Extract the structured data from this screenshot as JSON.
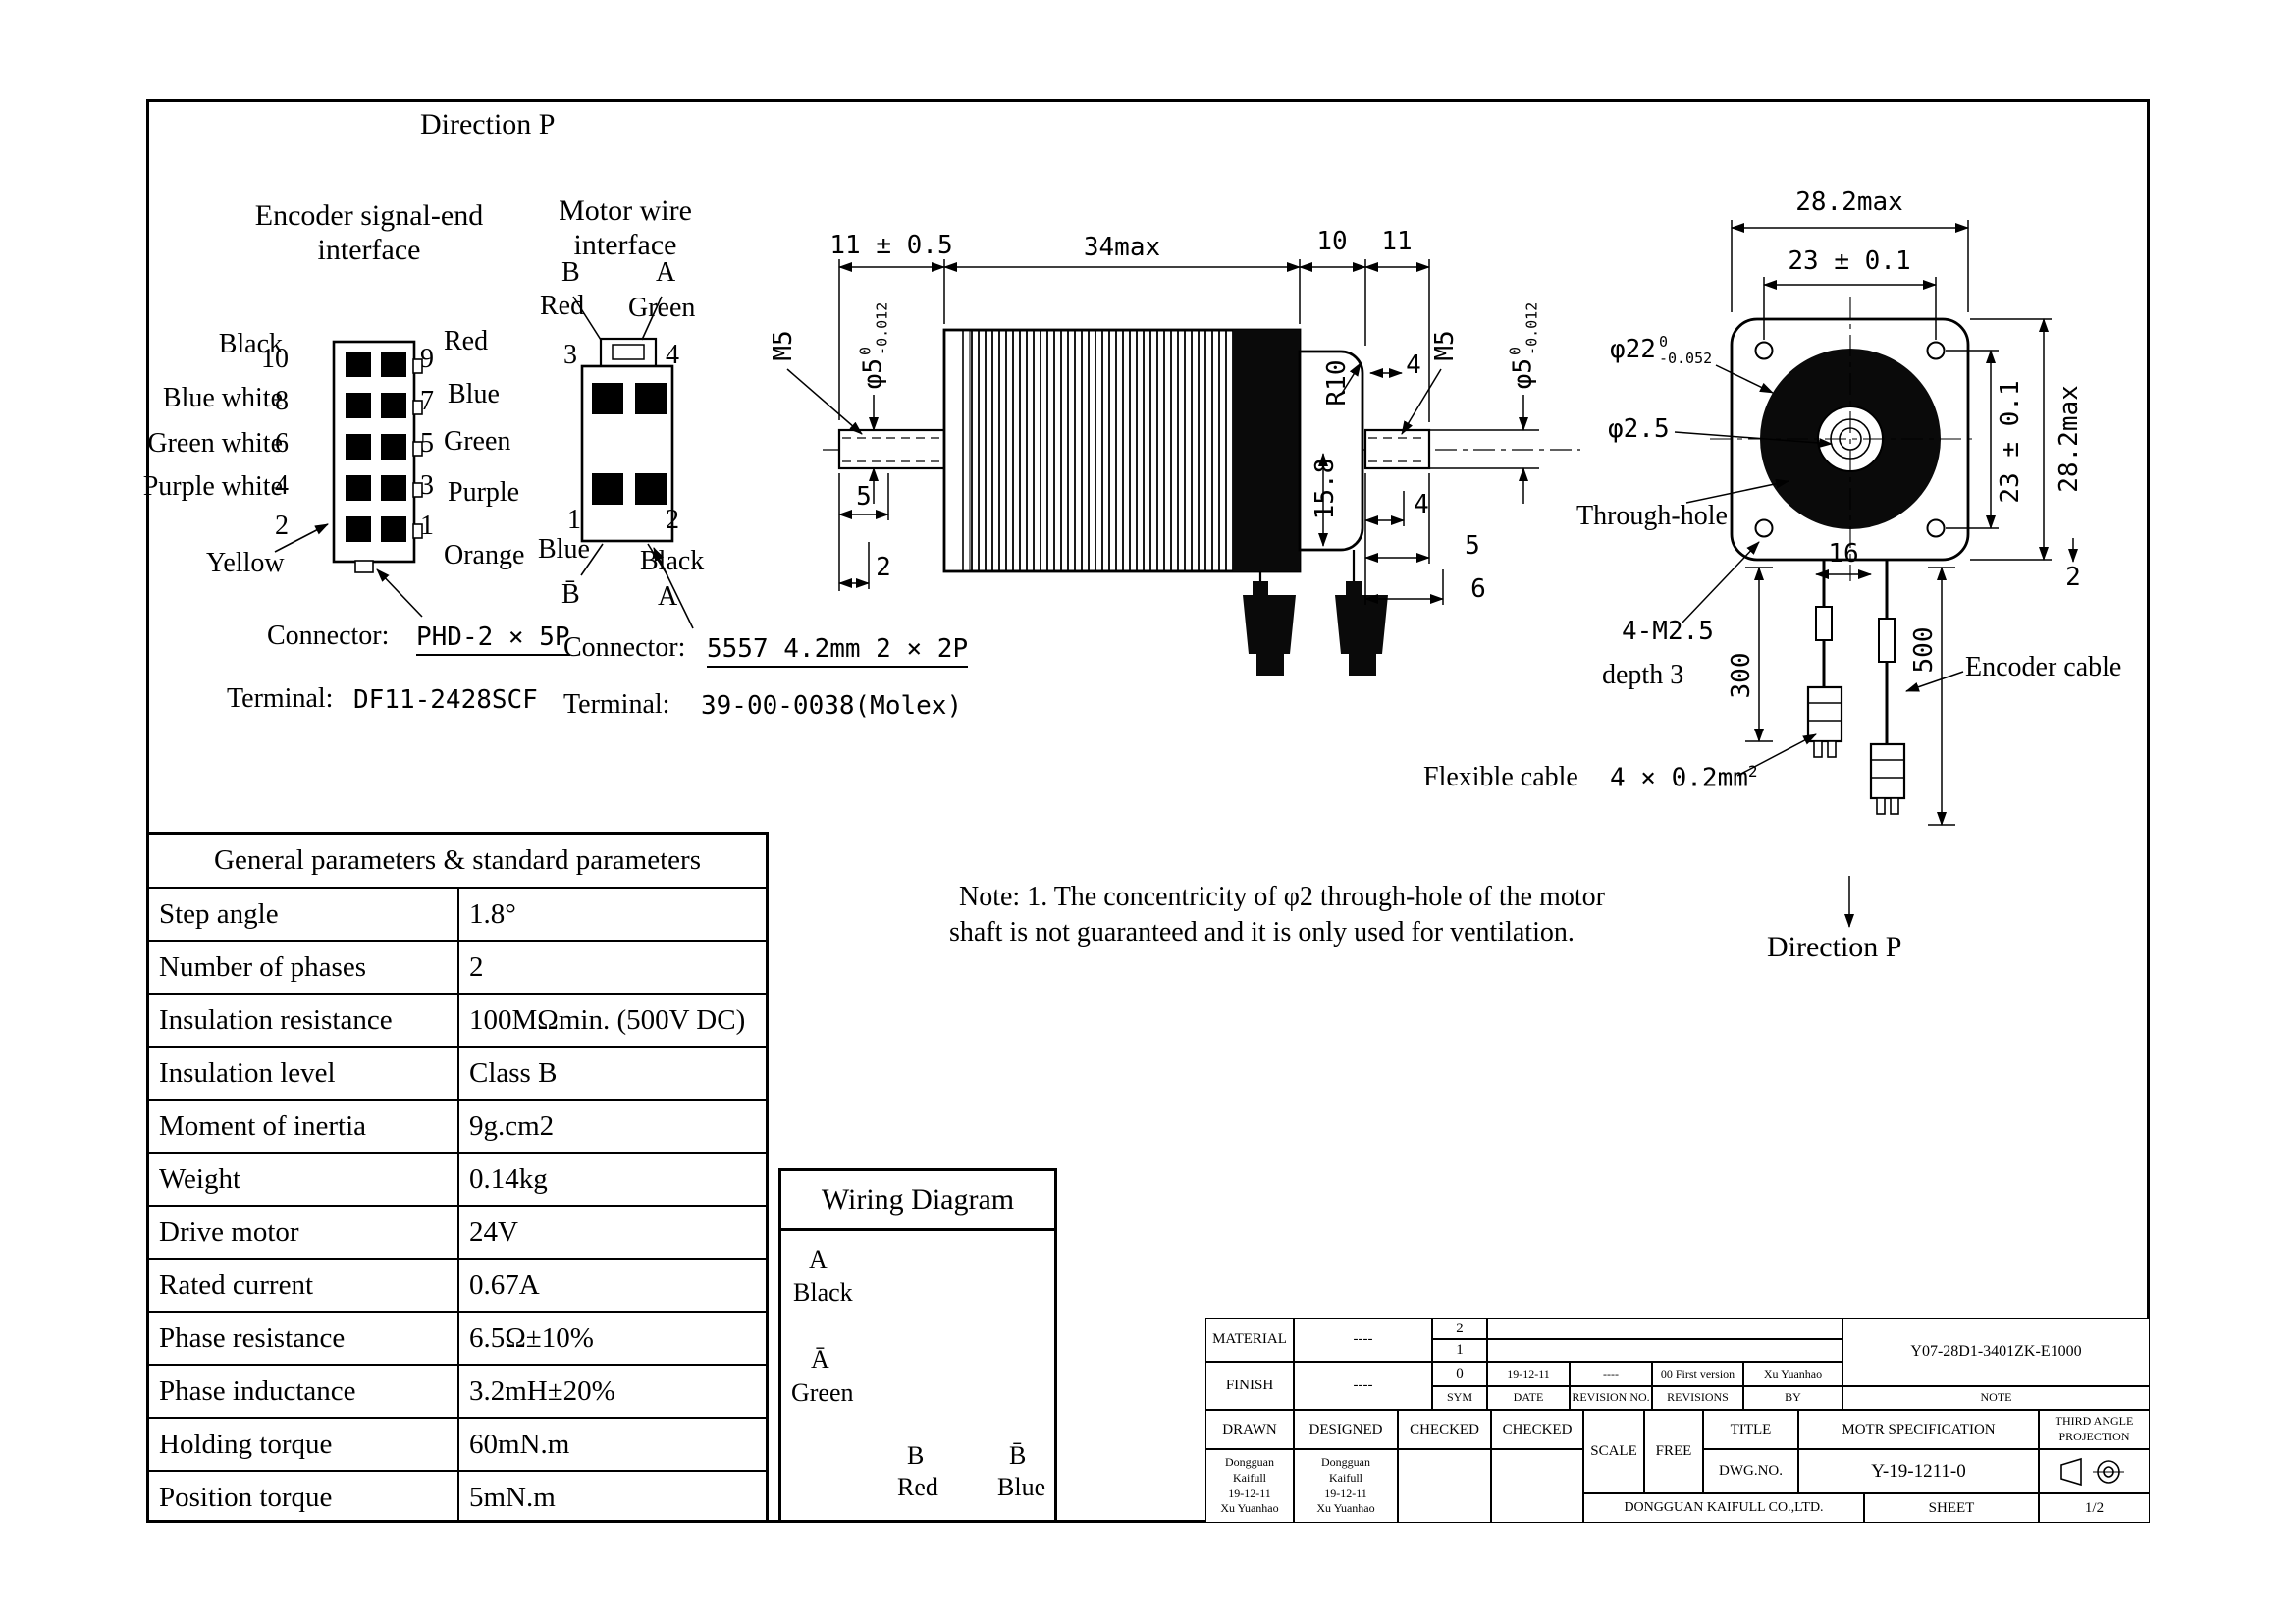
{
  "colors": {
    "ink": "#000000",
    "paper": "#ffffff"
  },
  "sheet": {
    "direction_p_top": "Direction P",
    "direction_p_bottom": "Direction P",
    "note_line1": "Note: 1. The concentricity of φ2 through-hole of the motor",
    "note_line2": "shaft is not guaranteed and it is only used for ventilation."
  },
  "encoder_interface": {
    "title_line1": "Encoder signal-end",
    "title_line2": "interface",
    "pins_left": [
      {
        "num": "10",
        "label": "Black"
      },
      {
        "num": "8",
        "label": "Blue white"
      },
      {
        "num": "6",
        "label": "Green white"
      },
      {
        "num": "4",
        "label": "Purple white"
      },
      {
        "num": "2",
        "label": "Yellow"
      }
    ],
    "pins_right": [
      {
        "num": "9",
        "label": "Red"
      },
      {
        "num": "7",
        "label": "Blue"
      },
      {
        "num": "5",
        "label": "Green"
      },
      {
        "num": "3",
        "label": "Purple"
      },
      {
        "num": "1",
        "label": "Orange"
      }
    ],
    "connector_label": "Connector:",
    "connector_value": "PHD-2 × 5P",
    "terminal_label": "Terminal:",
    "terminal_value": "DF11-2428SCF"
  },
  "motor_wire_interface": {
    "title_line1": "Motor wire",
    "title_line2": "interface",
    "phase_top_left": "B",
    "color_top_left": "Red",
    "phase_top_right": "A",
    "color_top_right": "Green",
    "pin_3": "3",
    "pin_4": "4",
    "pin_1": "1",
    "pin_2": "2",
    "color_bottom_left": "Blue",
    "color_bottom_right": "Black",
    "phase_bottom_left": "B̄",
    "phase_bottom_right": "A",
    "connector_label": "Connector:",
    "connector_value": "5557 4.2mm 2 × 2P",
    "terminal_label": "Terminal:",
    "terminal_value": "39-00-0038(Molex)"
  },
  "side_view": {
    "dim_shaft_len": "11 ± 0.5",
    "dim_body_len": "34max",
    "dim_rear_len": "10",
    "dim_rear_shaft_len": "11",
    "thread_left": "M5",
    "thread_right": "M5",
    "shaft_dia": {
      "base": "φ5",
      "tol_top": "0",
      "tol_bot": "-0.012"
    },
    "radius": "R10",
    "dim_15_8": "15.8",
    "dim_4_top": "4",
    "dim_5_left": "5",
    "dim_2_left": "2",
    "dim_4_right": "4",
    "dim_5_right": "5",
    "dim_6_right": "6"
  },
  "front_view": {
    "dim_width_max": "28.2max",
    "dim_hole_span": "23 ± 0.1",
    "dim_hole_span_v": "23 ± 0.1",
    "dim_height_max": "28.2max",
    "pilot_dia": {
      "base": "φ22",
      "tol_top": "0",
      "tol_bot": "-0.052"
    },
    "hole_dia": "φ2.5",
    "through_hole": "Through-hole",
    "dim_16": "16",
    "dim_2": "2",
    "screws": "4-M2.5",
    "screw_depth": "depth 3",
    "dim_300": "300",
    "dim_500": "500",
    "encoder_cable": "Encoder cable",
    "flexible_cable_label": "Flexible cable",
    "flexible_cable_spec": "4 × 0.2mm",
    "flexible_cable_sup": "2"
  },
  "parameters_table": {
    "title": "General parameters & standard parameters",
    "rows": [
      {
        "label": "Step angle",
        "value": "1.8°"
      },
      {
        "label": "Number of phases",
        "value": "2"
      },
      {
        "label": "Insulation resistance",
        "value": "100MΩmin. (500V DC)"
      },
      {
        "label": "Insulation level",
        "value": "Class B"
      },
      {
        "label": "Moment of inertia",
        "value": "9g.cm2"
      },
      {
        "label": "Weight",
        "value": "0.14kg"
      },
      {
        "label": "Drive motor",
        "value": "24V"
      },
      {
        "label": "Rated current",
        "value": "0.67A"
      },
      {
        "label": "Phase resistance",
        "value": "6.5Ω±10%"
      },
      {
        "label": "Phase inductance",
        "value": "3.2mH±20%"
      },
      {
        "label": "Holding torque",
        "value": "60mN.m"
      },
      {
        "label": "Position torque",
        "value": "5mN.m"
      }
    ]
  },
  "wiring_diagram": {
    "title": "Wiring Diagram",
    "phase_a": "A",
    "color_a": "Black",
    "phase_a_bar": "Ā",
    "color_a_bar": "Green",
    "phase_b": "B",
    "color_b": "Red",
    "phase_b_bar": "B̄",
    "color_b_bar": "Blue"
  },
  "title_block": {
    "material_label": "MATERIAL",
    "material_value": "----",
    "finish_label": "FINISH",
    "finish_value": "----",
    "rev_sym_2": "2",
    "rev_sym_1": "1",
    "rev_sym_0": "0",
    "rev_date_0": "19-12-11",
    "rev_no_0": "----",
    "rev_revisions_0": "00 First version",
    "rev_by_0": "Xu Yuanhao",
    "hdr_sym": "SYM",
    "hdr_date": "DATE",
    "hdr_rev_no": "REVISION NO.",
    "hdr_revisions": "REVISIONS",
    "hdr_by": "BY",
    "hdr_note": "NOTE",
    "part_no": "Y07-28D1-3401ZK-E1000",
    "drawn_label": "DRAWN",
    "designed_label": "DESIGNED",
    "checked1_label": "CHECKED",
    "checked2_label": "CHECKED",
    "scale_label": "SCALE",
    "scale_value": "FREE",
    "title_label": "TITLE",
    "title_value": "MOTR SPECIFICATION",
    "third_angle_line1": "THIRD ANGLE",
    "third_angle_line2": "PROJECTION",
    "dwg_label": "DWG.NO.",
    "dwg_value": "Y-19-1211-0",
    "drawn_name": [
      "Dongguan",
      "Kaifull",
      "19-12-11",
      "Xu Yuanhao"
    ],
    "designed_name": [
      "Dongguan",
      "Kaifull",
      "19-12-11",
      "Xu Yuanhao"
    ],
    "company": "DONGGUAN KAIFULL CO.,LTD.",
    "sheet_label": "SHEET",
    "sheet_value": "1/2"
  }
}
